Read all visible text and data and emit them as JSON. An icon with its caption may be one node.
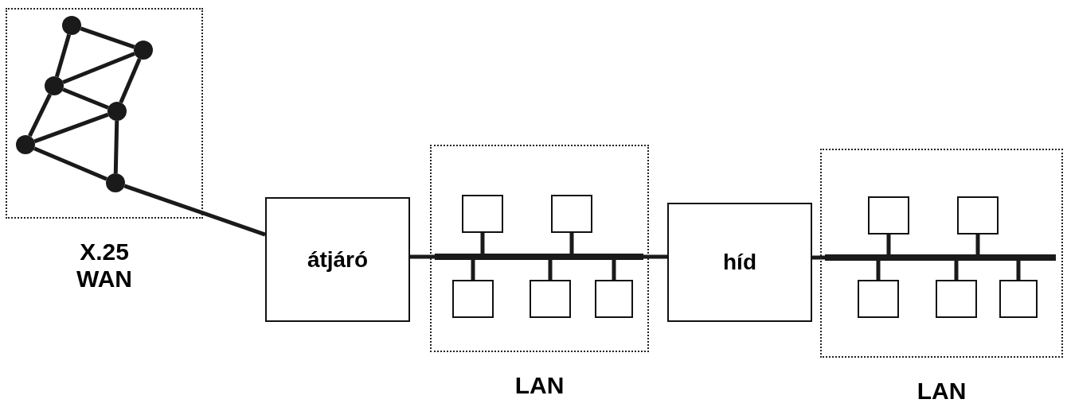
{
  "diagram": {
    "nodes": [
      {
        "text": [
          "X.25 WAN"
        ]
      },
      {
        "text": [],
        "shape": "circle",
        "in": 0
      },
      {
        "text": [],
        "shape": "circle",
        "in": 0
      },
      {
        "text": [],
        "shape": "circle",
        "in": 0
      },
      {
        "text": [],
        "shape": "circle",
        "in": 0
      },
      {
        "text": [],
        "shape": "circle",
        "in": 0
      },
      {
        "text": [],
        "shape": "circle",
        "in": 0
      },
      {
        "text": [
          "átjáró"
        ]
      },
      {
        "text": [
          "LAN"
        ]
      },
      {
        "text": [],
        "shape": "box",
        "in": 8
      },
      {
        "text": [],
        "shape": "box",
        "in": 8
      },
      {
        "text": [],
        "shape": "box",
        "in": 8
      },
      {
        "text": [],
        "shape": "box",
        "in": 8
      },
      {
        "text": [],
        "shape": "box",
        "in": 8
      },
      {
        "text": [],
        "shape": "bar",
        "in": 8
      },
      {
        "text": [
          "híd"
        ]
      },
      {
        "text": [
          "LAN"
        ]
      },
      {
        "text": [],
        "shape": "box",
        "in": 16
      },
      {
        "text": [],
        "shape": "box",
        "in": 16
      },
      {
        "text": [],
        "shape": "box",
        "in": 16
      },
      {
        "text": [],
        "shape": "box",
        "in": 16
      },
      {
        "text": [],
        "shape": "box",
        "in": 16
      },
      {
        "text": [],
        "shape": "bar",
        "in": 16
      }
    ],
    "edges": [
      {
        "from": 1,
        "to": 2,
        "arrow": "none"
      },
      {
        "from": 1,
        "to": 3,
        "arrow": "none"
      },
      {
        "from": 2,
        "to": 3,
        "arrow": "none"
      },
      {
        "from": 2,
        "to": 4,
        "arrow": "none"
      },
      {
        "from": 3,
        "to": 4,
        "arrow": "none"
      },
      {
        "from": 3,
        "to": 5,
        "arrow": "none"
      },
      {
        "from": 4,
        "to": 5,
        "arrow": "none"
      },
      {
        "from": 4,
        "to": 6,
        "arrow": "none"
      },
      {
        "from": 5,
        "to": 6,
        "arrow": "none"
      },
      {
        "from": 6,
        "to": 7,
        "arrow": "none"
      },
      {
        "from": 7,
        "to": 14,
        "arrow": "none"
      },
      {
        "from": 9,
        "to": 14,
        "arrow": "none"
      },
      {
        "from": 10,
        "to": 14,
        "arrow": "none"
      },
      {
        "from": 11,
        "to": 14,
        "arrow": "none"
      },
      {
        "from": 12,
        "to": 14,
        "arrow": "none"
      },
      {
        "from": 13,
        "to": 14,
        "arrow": "none"
      },
      {
        "from": 14,
        "to": 15,
        "arrow": "none"
      },
      {
        "from": 15,
        "to": 22,
        "arrow": "none"
      },
      {
        "from": 17,
        "to": 22,
        "arrow": "none"
      },
      {
        "from": 18,
        "to": 22,
        "arrow": "none"
      },
      {
        "from": 19,
        "to": 22,
        "arrow": "none"
      },
      {
        "from": 20,
        "to": 22,
        "arrow": "none"
      },
      {
        "from": 21,
        "to": 22,
        "arrow": "none"
      }
    ]
  }
}
